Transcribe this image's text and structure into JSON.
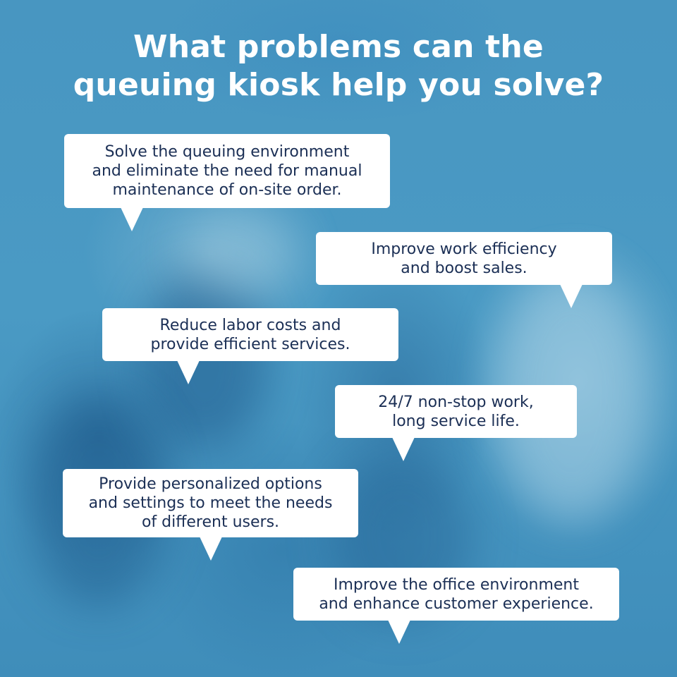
{
  "title": {
    "line1": "What problems can the",
    "line2": "queuing kiosk help you solve?"
  },
  "bubbles": [
    {
      "text": "Solve the queuing environment\nand eliminate the need for manual\nmaintenance of on-site order."
    },
    {
      "text": "Improve work efficiency\nand boost sales."
    },
    {
      "text": "Reduce labor costs and\nprovide efficient services."
    },
    {
      "text": "24/7 non-stop work,\nlong service life."
    },
    {
      "text": "Provide personalized options\nand settings to meet the needs\nof different users."
    },
    {
      "text": "Improve the office environment\nand enhance customer experience."
    }
  ],
  "colors": {
    "background": "#4a9ac4",
    "bubble": "#ffffff",
    "bubble_text": "#1b2f55",
    "title_text": "#ffffff"
  }
}
